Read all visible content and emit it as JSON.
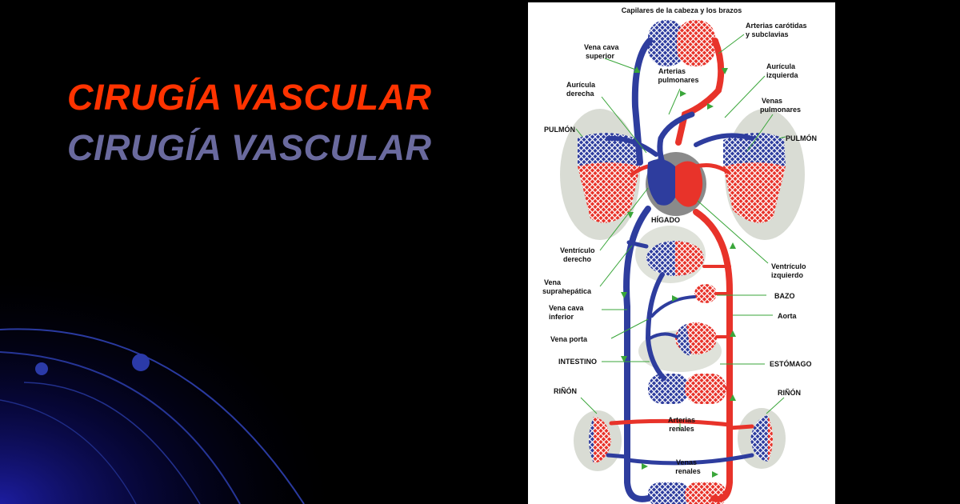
{
  "slide": {
    "title_primary": "CIRUGÍA VASCULAR",
    "title_secondary": "CIRUGÍA VASCULAR",
    "colors": {
      "background": "#000000",
      "title_primary": "#ff3300",
      "title_secondary": "#6a6a9e",
      "arterial": "#e8332a",
      "venous": "#2e3d9e",
      "organ": "#d9dcd4",
      "callout": "#3aa63a"
    }
  },
  "diagram": {
    "labels": {
      "head_capillaries": "Capilares de la cabeza y los brazos",
      "carotid_l1": "Arterias carótidas",
      "carotid_l2": "y subclavias",
      "svc_l1": "Vena cava",
      "svc_l2": "superior",
      "pulm_art_l1": "Arterias",
      "pulm_art_l2": "pulmonares",
      "left_atrium_l1": "Aurícula",
      "left_atrium_l2": "izquierda",
      "right_atrium_l1": "Aurícula",
      "right_atrium_l2": "derecha",
      "pulm_veins_l1": "Venas",
      "pulm_veins_l2": "pulmonares",
      "lung_left": "PULMÓN",
      "lung_right": "PULMÓN",
      "liver": "HÍGADO",
      "right_ventricle_l1": "Ventrículo",
      "right_ventricle_l2": "derecho",
      "left_ventricle_l1": "Ventrículo",
      "left_ventricle_l2": "izquierdo",
      "hepatic_vein_l1": "Vena",
      "hepatic_vein_l2": "suprahepática",
      "spleen": "BAZO",
      "ivc_l1": "Vena cava",
      "ivc_l2": "inferior",
      "aorta": "Aorta",
      "portal_vein": "Vena porta",
      "intestine": "INTESTINO",
      "stomach": "ESTÓMAGO",
      "kidney_left": "RIÑÓN",
      "kidney_right": "RIÑÓN",
      "renal_art_l1": "Arterias",
      "renal_art_l2": "renales",
      "renal_vein_l1": "Venas",
      "renal_vein_l2": "renales"
    }
  }
}
